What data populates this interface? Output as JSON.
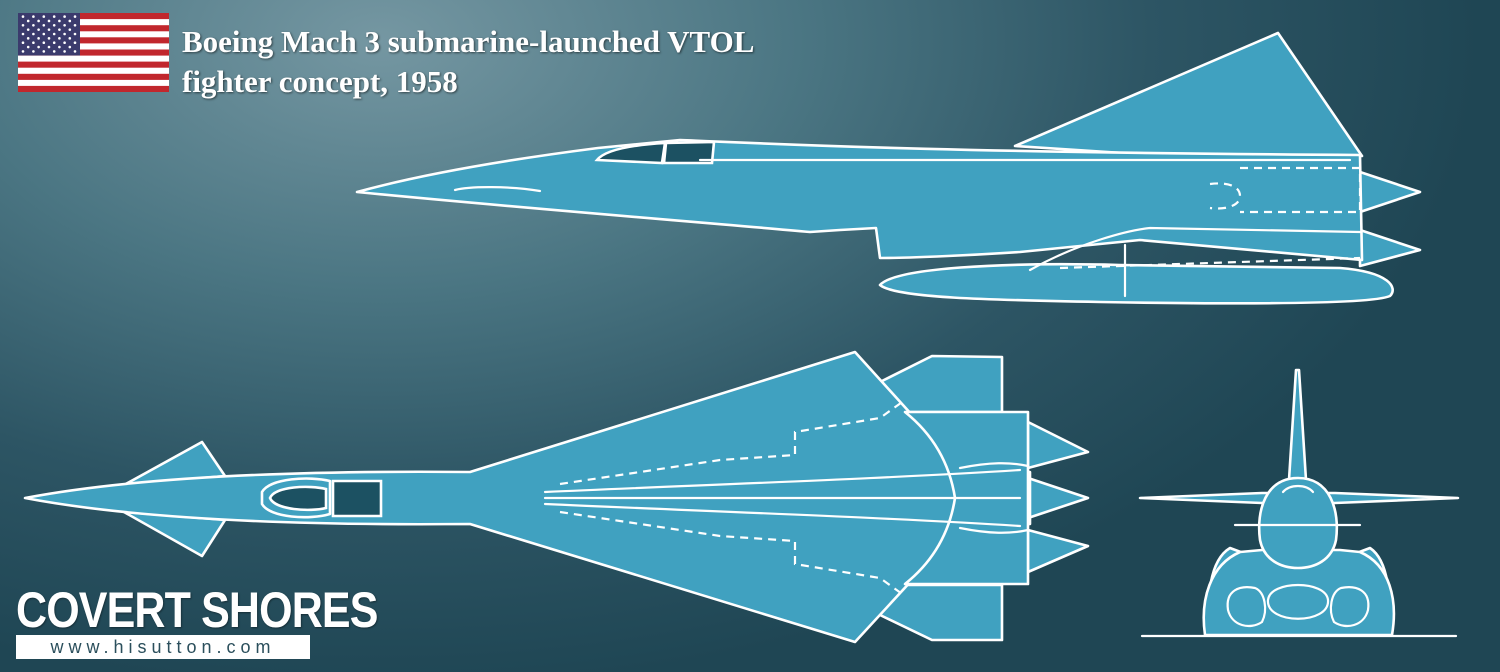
{
  "title": {
    "line1": "Boeing Mach 3 submarine-launched VTOL",
    "line2": "fighter concept, 1958"
  },
  "flag": {
    "name": "us-flag-icon",
    "stripe_red": "#c1272d",
    "canton_blue": "#3b3b6d"
  },
  "brand": {
    "name": "COVERT SHORES",
    "url": "www.hisutton.com"
  },
  "colors": {
    "airframe": "#40a1c0",
    "outline": "#ffffff",
    "canopy": "#1c5162"
  },
  "views": [
    "side-view",
    "top-view",
    "front-view"
  ]
}
